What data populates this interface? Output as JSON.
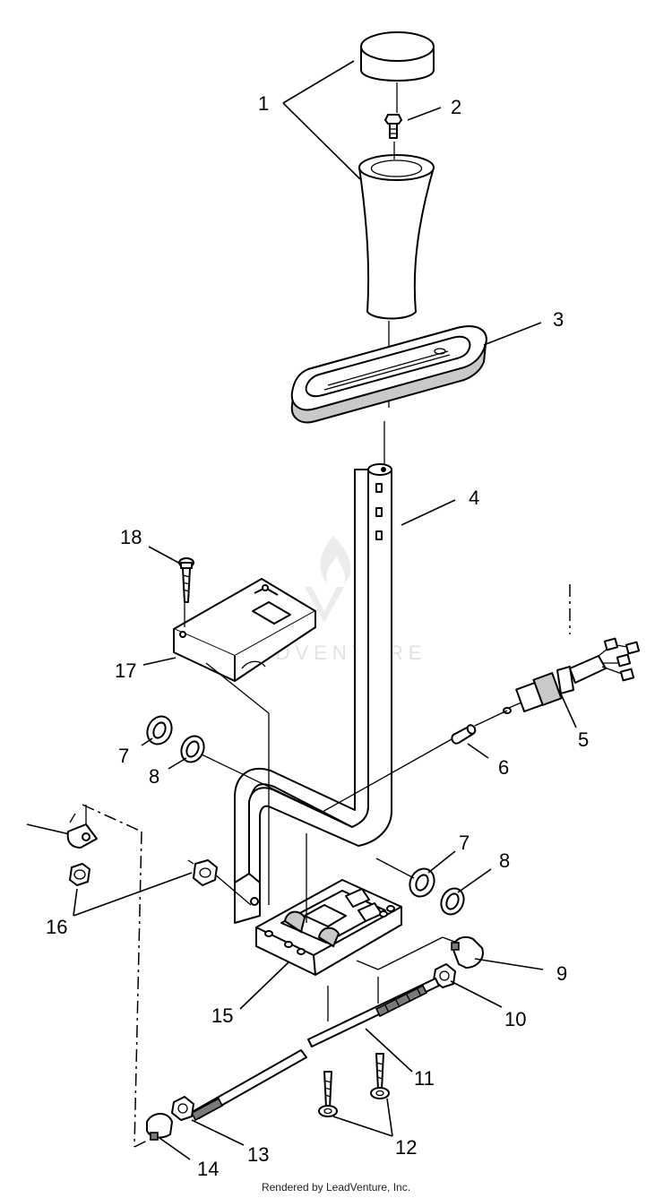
{
  "diagram": {
    "callouts": [
      "1",
      "2",
      "3",
      "4",
      "5",
      "6",
      "7",
      "8",
      "7",
      "8",
      "9",
      "10",
      "11",
      "12",
      "13",
      "14",
      "15",
      "16",
      "17",
      "18"
    ],
    "watermark": "LEADVENTURE"
  },
  "footer": {
    "credit": "Rendered by LeadVenture, Inc."
  }
}
